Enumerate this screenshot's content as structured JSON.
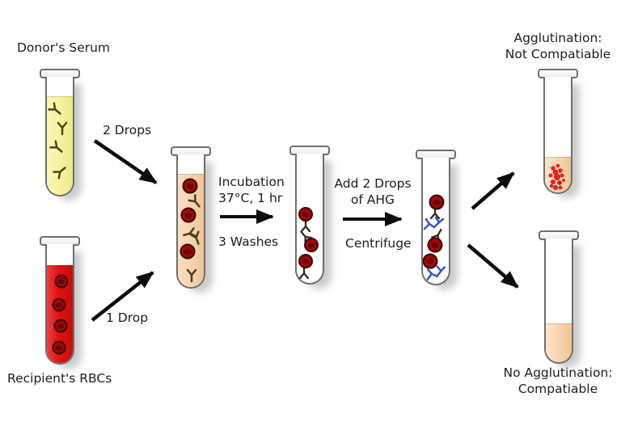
{
  "labels": {
    "donor_serum": "Donor's Serum",
    "two_drops": "2 Drops",
    "recipient_rbcs": "Recipient's RBCs",
    "one_drop": "1 Drop",
    "step1_line1": "Incubation",
    "step1_line2": "37°C, 1 hr",
    "step1_line3": "3 Washes",
    "step2_line1": "Add 2 Drops",
    "step2_line2": "of AHG",
    "step2_line3": "Centrifuge",
    "outcome_positive_line1": "Agglutination:",
    "outcome_positive_line2": "Not Compatiable",
    "outcome_negative_line1": "No Agglutination:",
    "outcome_negative_line2": "Compatiable"
  },
  "colors": {
    "serum_yellow": "#f5f29d",
    "blood_red": "#df1212",
    "mixture_peach": "#f6d3ac",
    "result_peach": "#f8d2a8",
    "rbc_fill": "#9c0909",
    "rbc_outline": "#3f0303",
    "antibody_olive": "#4b461f",
    "antibody_dark": "#2e2d20",
    "ahg_blue": "#3b4fd4",
    "agglutinated_red": "#e22424",
    "tube_outline": "#6e6e6e",
    "arrow_black": "#0d0d0d",
    "text": "#1c1c1c"
  },
  "icons": {
    "antibody": "Y-shape antibody glyph",
    "rbc": "dark red blood-cell disc",
    "ahg_link": "blue branched cross-linker",
    "agglutinate": "cluster of red specks",
    "arrow": "solid black arrow"
  }
}
